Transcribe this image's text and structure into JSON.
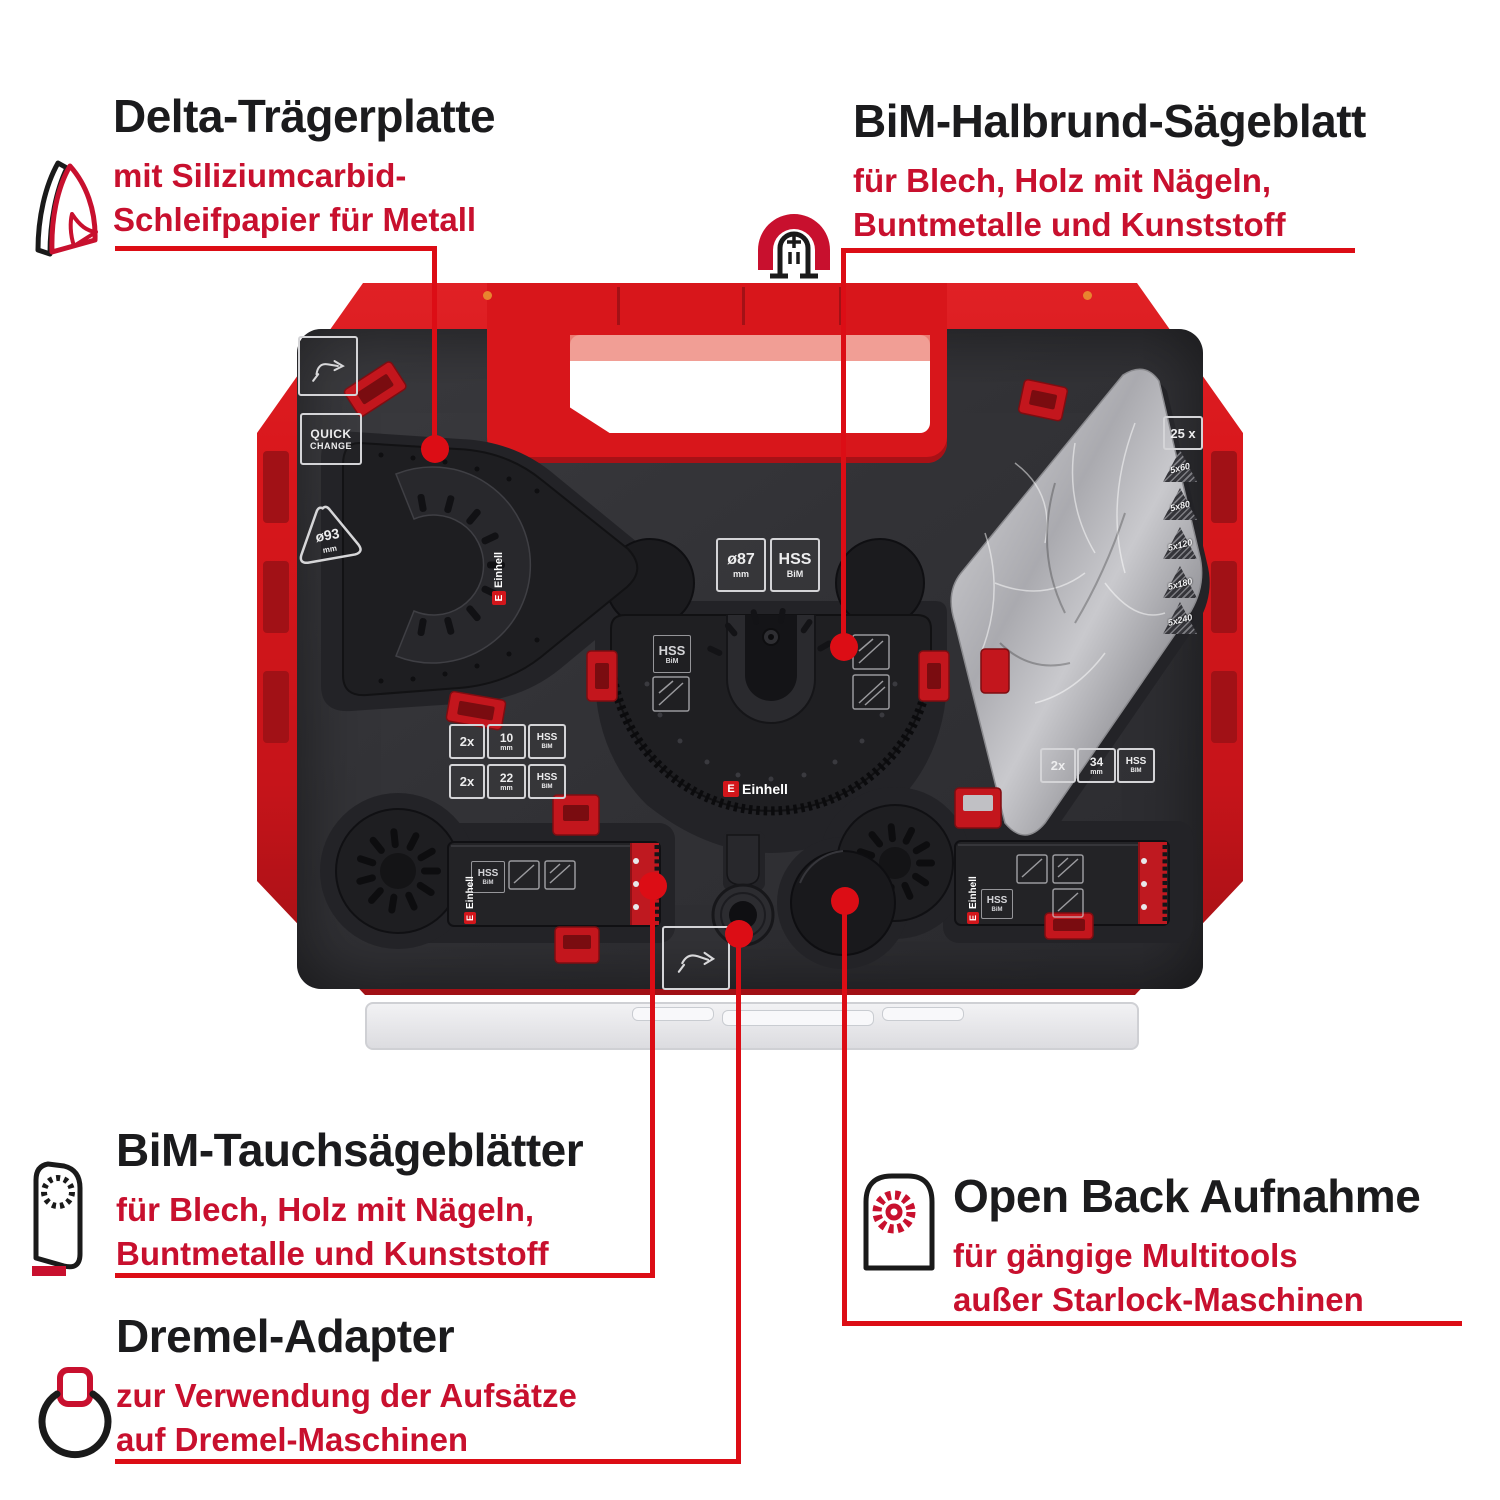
{
  "annotations": {
    "delta": {
      "title": "Delta-Trägerplatte",
      "desc1": "mit Siliziumcarbid-",
      "desc2": "Schleifpapier für Metall"
    },
    "halbrund": {
      "title": "BiM-Halbrund-Sägeblatt",
      "desc1": "für Blech, Holz mit Nägeln,",
      "desc2": "Buntmetalle und Kunststoff"
    },
    "tauch": {
      "title": "BiM-Tauchsägeblätter",
      "desc1": "für Blech, Holz mit Nägeln,",
      "desc2": "Buntmetalle und Kunststoff"
    },
    "dremel": {
      "title": "Dremel-Adapter",
      "desc1": "zur Verwendung der Aufsätze",
      "desc2": "auf Dremel-Maschinen"
    },
    "openback": {
      "title": "Open Back Aufnahme",
      "desc1": "für gängige Multitools",
      "desc2": "außer Starlock-Maschinen"
    }
  },
  "case": {
    "brand": "Einhell",
    "brand_letter": "E",
    "quick1": "QUICK",
    "quick2": "CHANGE",
    "pad_dia": "ø93",
    "pad_dia_unit": "mm",
    "blade_dia": "ø87",
    "blade_dia_unit": "mm",
    "hss": "HSS",
    "bim": "BiM",
    "bim_caps": "BIM",
    "count": "25 x",
    "grits": [
      "5x60",
      "5x80",
      "5x120",
      "5x180",
      "5x240"
    ],
    "qty": "2x",
    "w10": "10",
    "w22": "22",
    "w34": "34",
    "mm": "mm"
  },
  "colors": {
    "case_red": "#d8161b",
    "leader_red": "#dc0d15",
    "text_red": "#c8102e",
    "heading": "#1b1b1d",
    "foam": "#323236",
    "background": "#ffffff"
  }
}
